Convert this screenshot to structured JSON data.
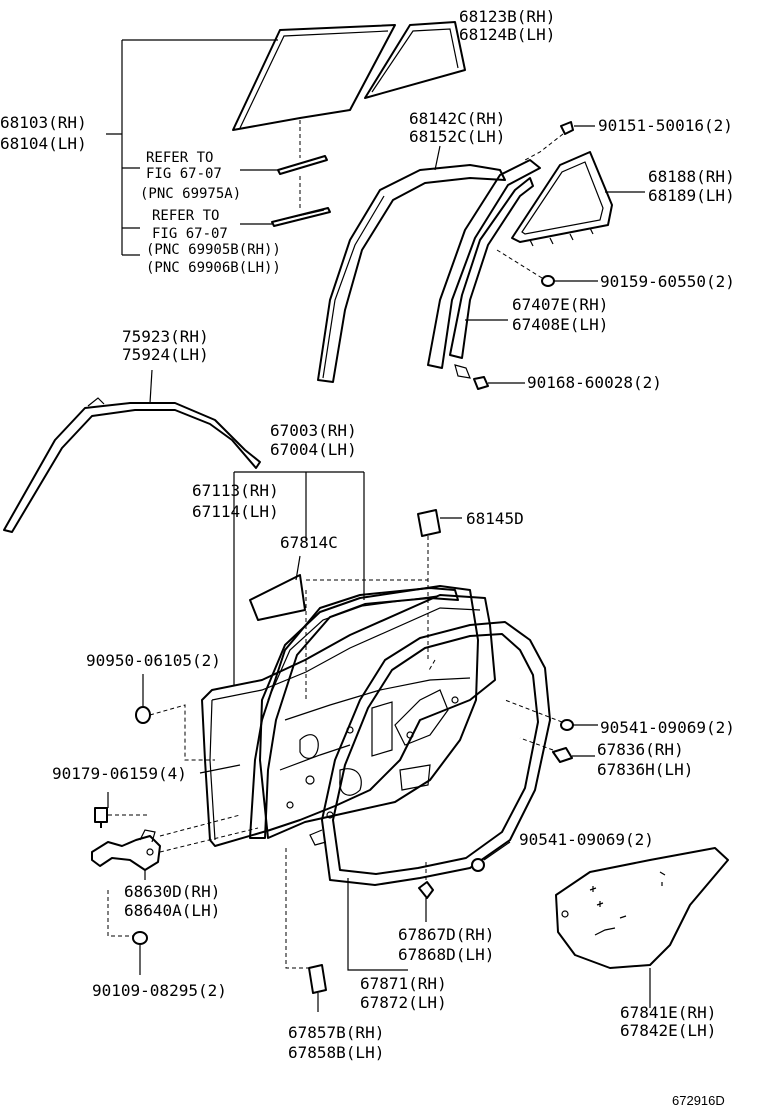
{
  "diagram": {
    "figure_code": "672916D",
    "labels": {
      "p68123": [
        "68123B(RH)",
        "68124B(LH)"
      ],
      "p68103": [
        "68103(RH)",
        "68104(LH)"
      ],
      "ref1": [
        "REFER TO",
        "FIG 67-07",
        "(PNC 69975A)"
      ],
      "ref2": [
        "REFER TO",
        "FIG 67-07",
        "(PNC 69905B(RH))",
        "(PNC 69906B(LH))"
      ],
      "p68142": [
        "68142C(RH)",
        "68152C(LH)"
      ],
      "p90151": "90151-50016(2)",
      "p68188": [
        "68188(RH)",
        "68189(LH)"
      ],
      "p90159": "90159-60550(2)",
      "p67407": [
        "67407E(RH)",
        "67408E(LH)"
      ],
      "p90168": "90168-60028(2)",
      "p75923": [
        "75923(RH)",
        "75924(LH)"
      ],
      "p67003": [
        "67003(RH)",
        "67004(LH)"
      ],
      "p67113": [
        "67113(RH)",
        "67114(LH)"
      ],
      "p68145": "68145D",
      "p67814": "67814C",
      "p90950": "90950-06105(2)",
      "p90541a": "90541-09069(2)",
      "p67836": [
        "67836(RH)",
        "67836H(LH)"
      ],
      "p90179": "90179-06159(4)",
      "p90541b": "90541-09069(2)",
      "p68630": [
        "68630D(RH)",
        "68640A(LH)"
      ],
      "p67867": [
        "67867D(RH)",
        "67868D(LH)"
      ],
      "p67871": [
        "67871(RH)",
        "67872(LH)"
      ],
      "p90109": "90109-08295(2)",
      "p67841": [
        "67841E(RH)",
        "67842E(LH)"
      ],
      "p67857": [
        "67857B(RH)",
        "67858B(LH)"
      ]
    }
  }
}
